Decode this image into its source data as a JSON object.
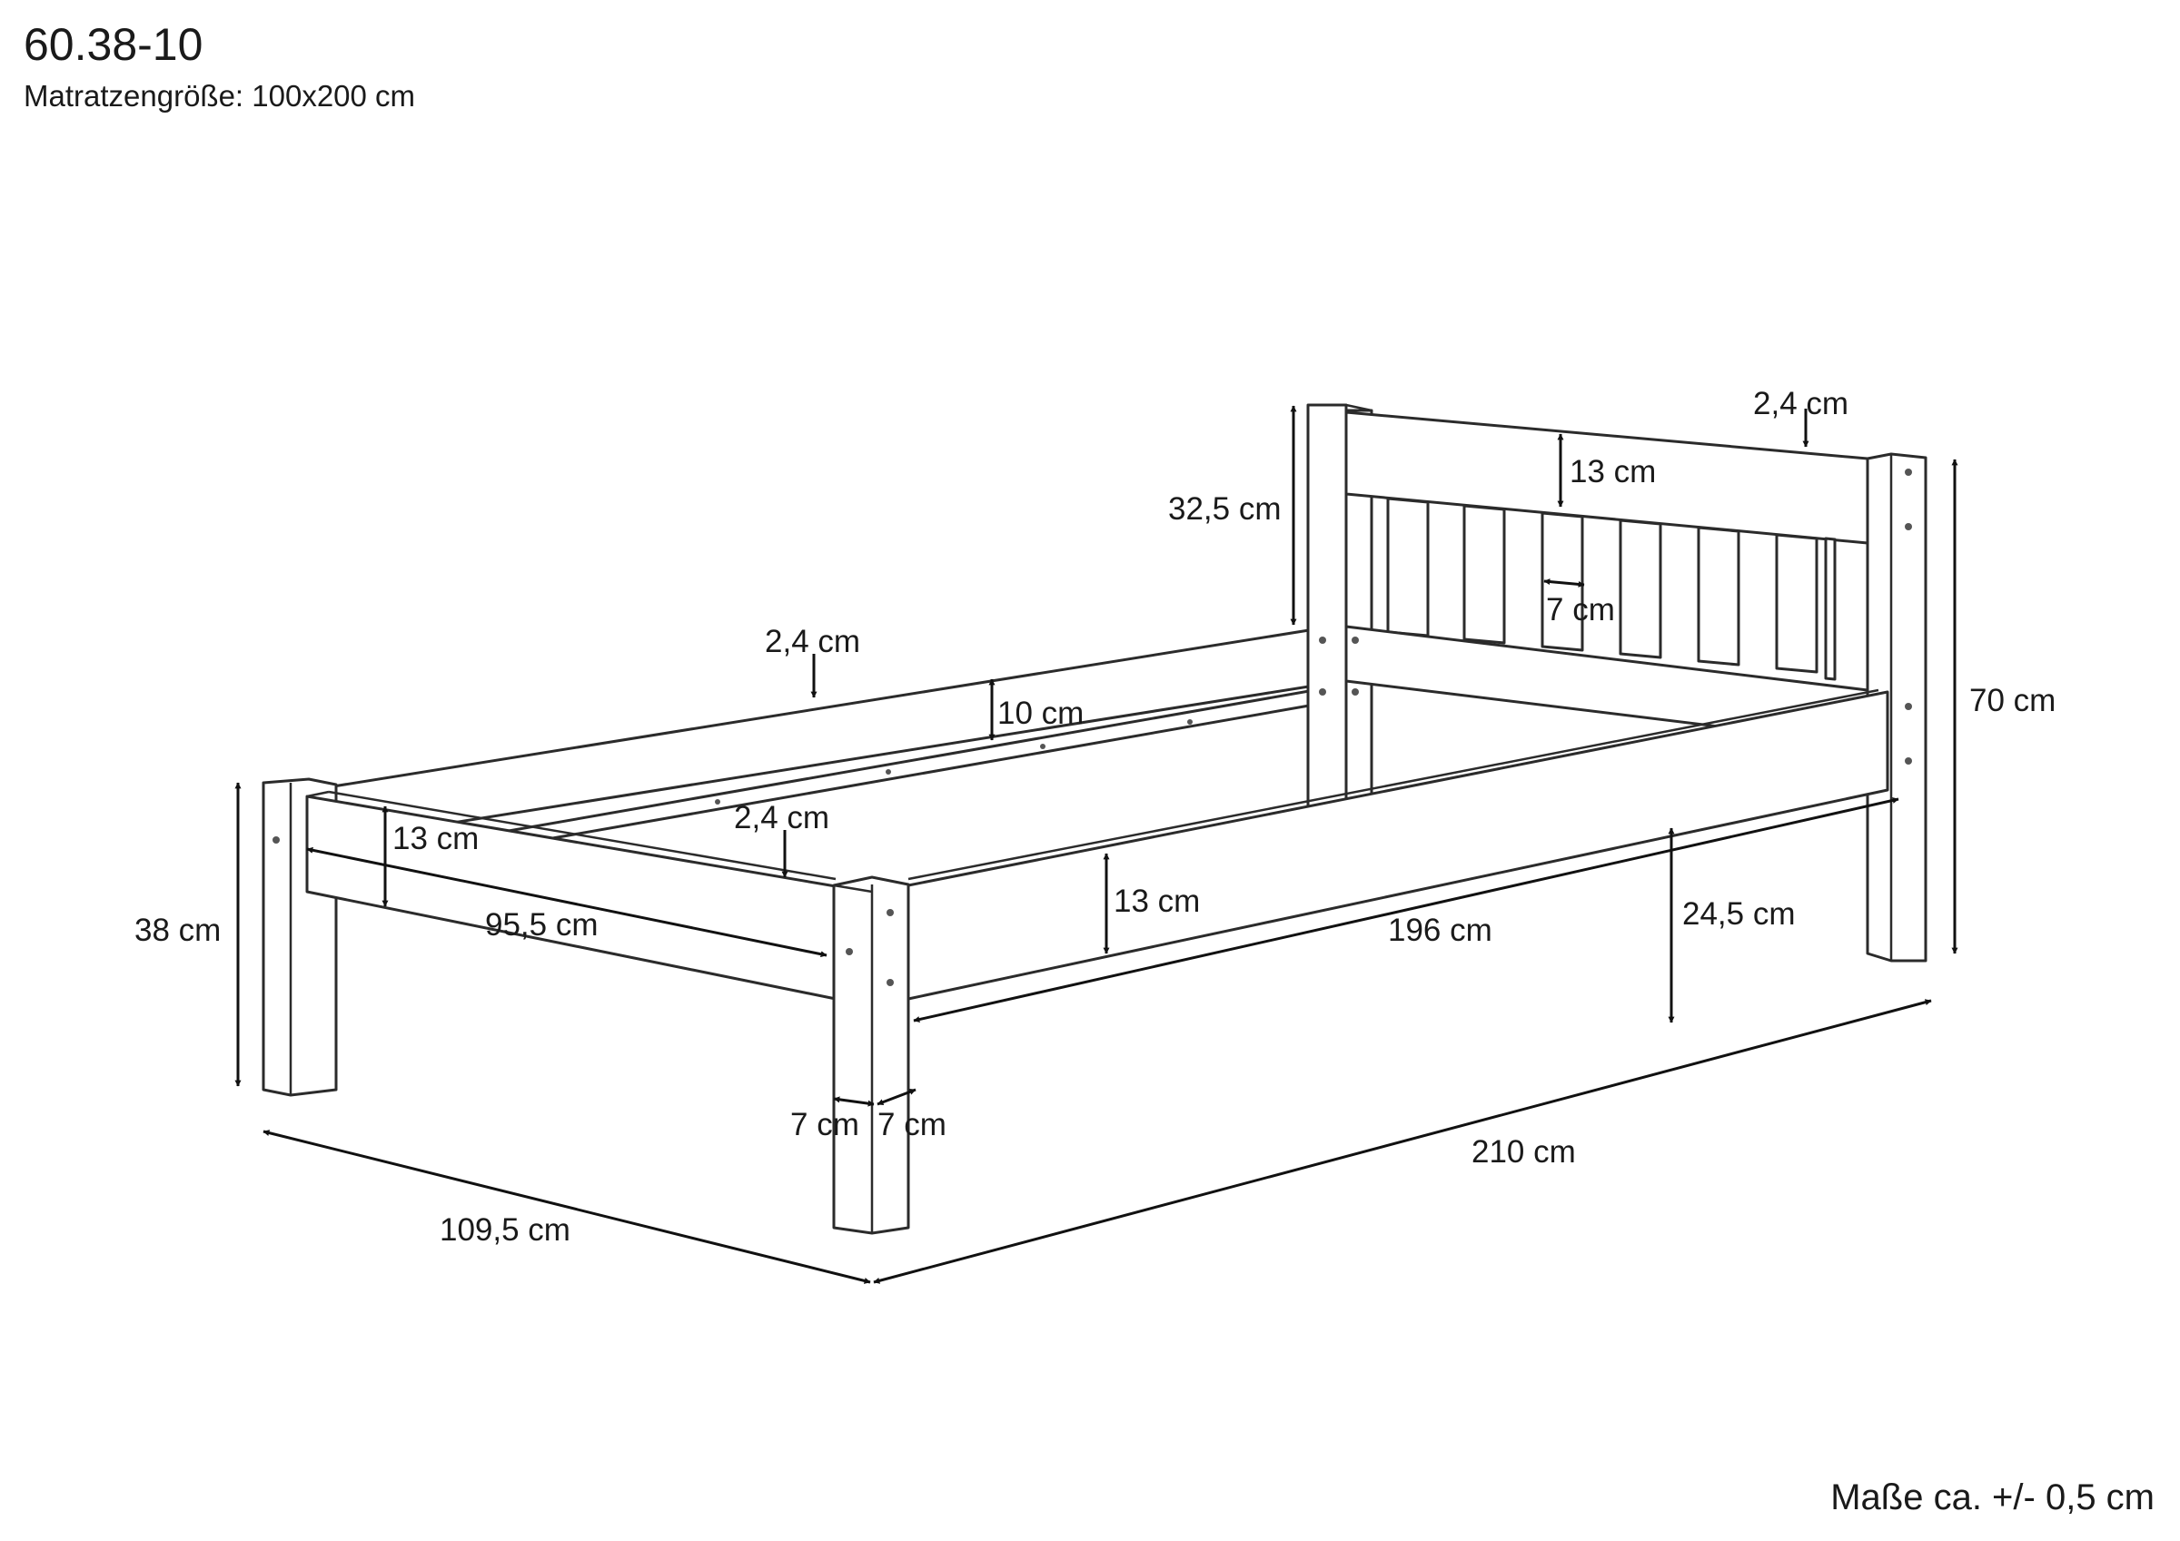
{
  "header": {
    "product_code": "60.38-10",
    "mattress_size": "Matratzengröße: 100x200 cm"
  },
  "footer": {
    "tolerance": "Maße ca. +/- 0,5 cm"
  },
  "dimensions": {
    "headboard_top_rail_thickness": "2,4 cm",
    "headboard_top_rail_height": "13 cm",
    "headboard_height": "32,5 cm",
    "slat_width": "7 cm",
    "total_height": "70 cm",
    "back_rail_thickness": "2,4 cm",
    "back_rail_height": "10 cm",
    "inner_support_thickness": "2,4 cm",
    "footboard_rail_height": "13 cm",
    "side_rail_height": "13 cm",
    "inner_width": "95,5 cm",
    "inner_length": "196 cm",
    "clearance_height": "24,5 cm",
    "foot_height": "38 cm",
    "post_width_left": "7 cm",
    "post_width_right": "7 cm",
    "outer_width": "109,5 cm",
    "outer_length": "210 cm"
  }
}
